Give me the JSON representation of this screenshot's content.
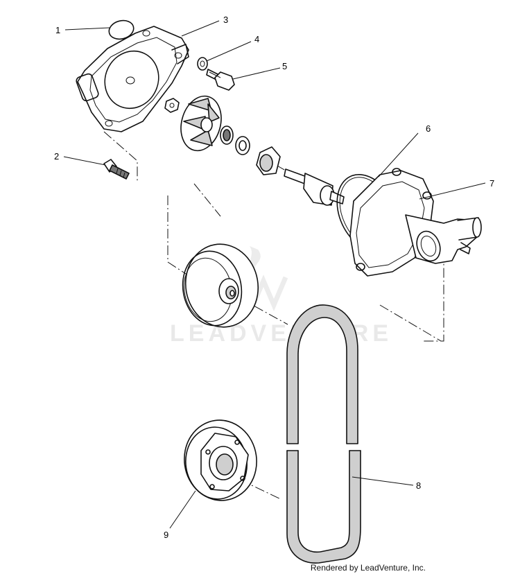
{
  "diagram": {
    "callouts": [
      {
        "id": "1",
        "label": "1"
      },
      {
        "id": "2",
        "label": "2"
      },
      {
        "id": "3",
        "label": "3"
      },
      {
        "id": "4",
        "label": "4"
      },
      {
        "id": "5",
        "label": "5"
      },
      {
        "id": "6",
        "label": "6"
      },
      {
        "id": "7",
        "label": "7"
      },
      {
        "id": "8",
        "label": "8"
      },
      {
        "id": "9",
        "label": "9"
      }
    ]
  },
  "watermark": {
    "text": "LEADVENTURE"
  },
  "footer": {
    "credit": "Rendered by LeadVenture, Inc."
  },
  "colors": {
    "ink": "#111111",
    "background": "#ffffff",
    "watermark": "#e9e9e9"
  }
}
